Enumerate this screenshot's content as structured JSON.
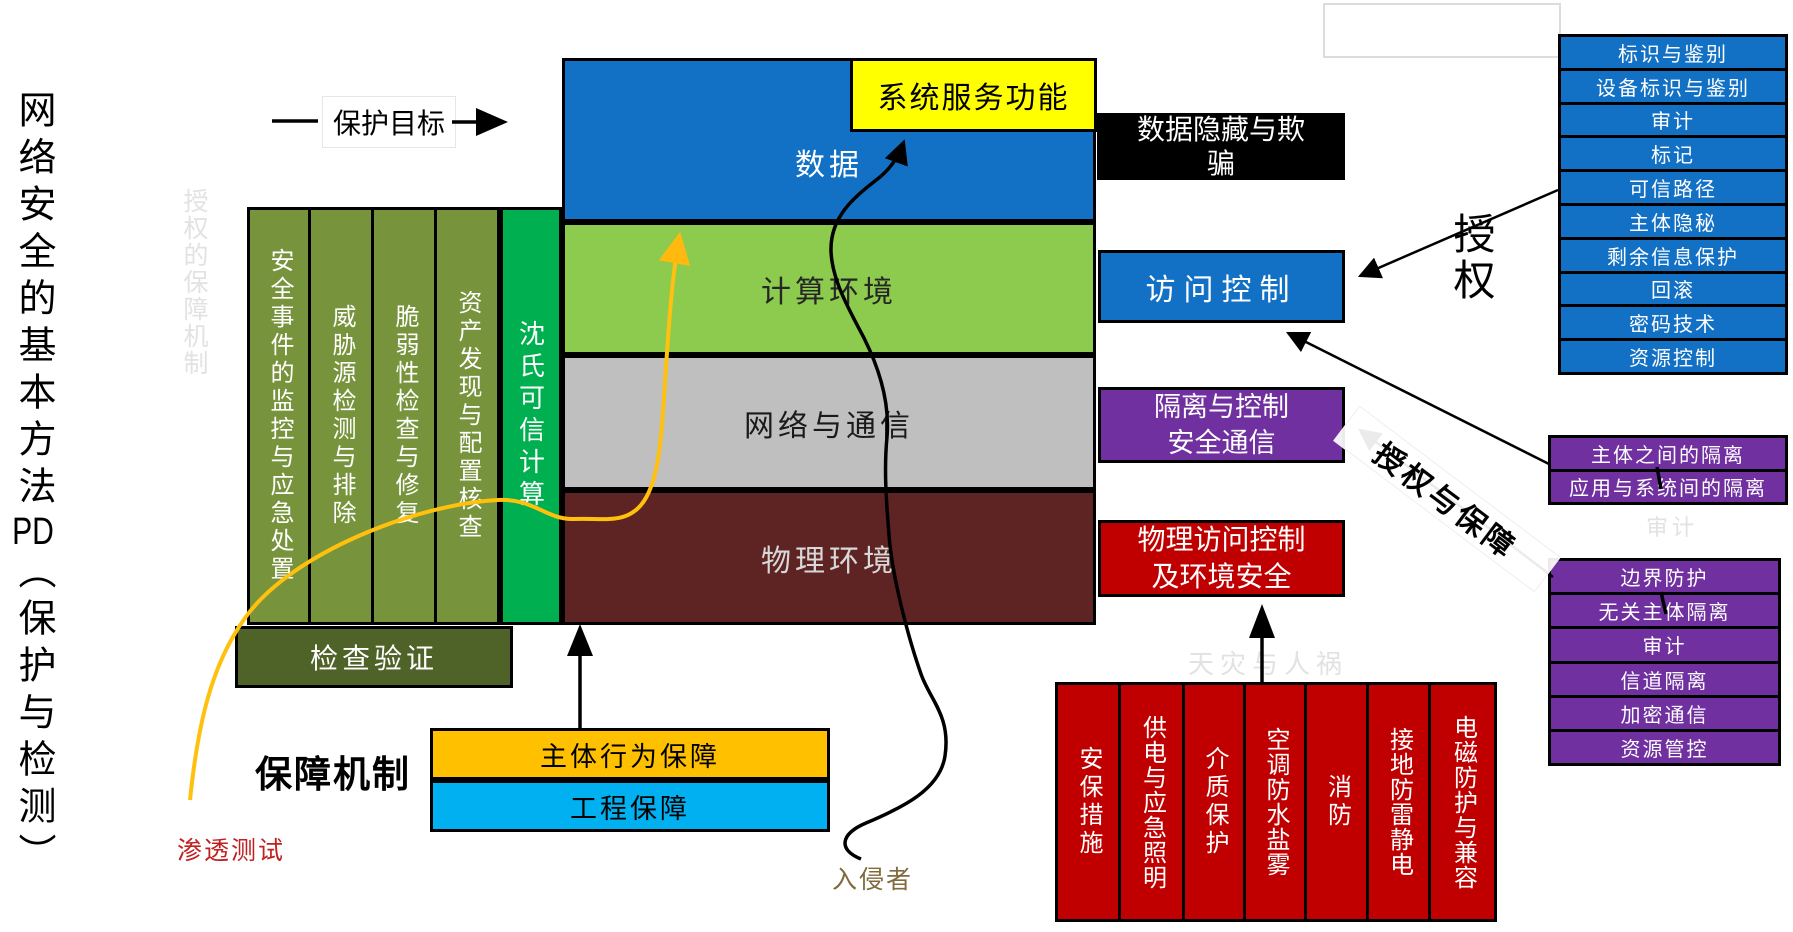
{
  "title": {
    "top": "网络安全的基本方法",
    "pd": "PD",
    "bottom": "（保护与检测）"
  },
  "legend": {
    "protect_target": "保护目标",
    "assurance_mechanism": "保障机制",
    "penetration_test": "渗透测试",
    "intruder": "入侵者",
    "authorization": "授权",
    "authorization_and_assurance": "授权与保障"
  },
  "watermarks": {
    "left_vertical": "授权的保障机制",
    "audit": "审计",
    "disaster": "天灾与人祸"
  },
  "stack": {
    "system_service": "系统服务功能",
    "layers": [
      {
        "label": "数据",
        "color": "#1271C5"
      },
      {
        "label": "计算环境",
        "color": "#8CCB4E"
      },
      {
        "label": "网络与通信",
        "color": "#BFBFBF"
      },
      {
        "label": "物理环境",
        "color": "#5E2423"
      }
    ]
  },
  "detection": {
    "columns": [
      "安全事件的监控与应急处置",
      "威胁源检测与排除",
      "脆弱性检查与修复",
      "资产发现与配置核查"
    ],
    "trusted_computing": "沈氏可信计算",
    "check_verify": "检查验证"
  },
  "protection_boxes": {
    "data_hiding": "数据隐藏与欺\n骗",
    "access_control": "访问控制",
    "isolation": "隔离与控制\n安全通信",
    "physical": "物理访问控制\n及环境安全"
  },
  "assurance": {
    "subject_behavior": "主体行为保障",
    "engineering": "工程保障"
  },
  "access_control_items": [
    "标识与鉴别",
    "设备标识与鉴别",
    "审计",
    "标记",
    "可信路径",
    "主体隐秘",
    "剩余信息保护",
    "回滚",
    "密码技术",
    "资源控制"
  ],
  "isolation_items_top": [
    "主体之间的隔离",
    "应用与系统间的隔离"
  ],
  "isolation_items_bottom": [
    "边界防护",
    "无关主体隔离",
    "审计",
    "信道隔离",
    "加密通信",
    "资源管控"
  ],
  "physical_columns": [
    "安保措施",
    "供电与应急照明",
    "介质保护",
    "空调防水盐雾",
    "消防",
    "接地防雷静电",
    "电磁防护与兼容"
  ],
  "colors": {
    "blue": "#1271C5",
    "light_green": "#8CCB4E",
    "gray": "#BFBFBF",
    "maroon": "#5E2423",
    "olive": "#77933C",
    "dark_olive": "#4F6228",
    "bright_green": "#00B050",
    "yellow": "#FFFF00",
    "orange": "#FFC000",
    "cyan_blue": "#00B0F0",
    "red": "#C00000",
    "purple": "#7030A0",
    "black": "#000000",
    "curve_yellow": "#FFC10E",
    "intruder_text": "#7F6A3C",
    "penetration_text": "#C02020"
  }
}
